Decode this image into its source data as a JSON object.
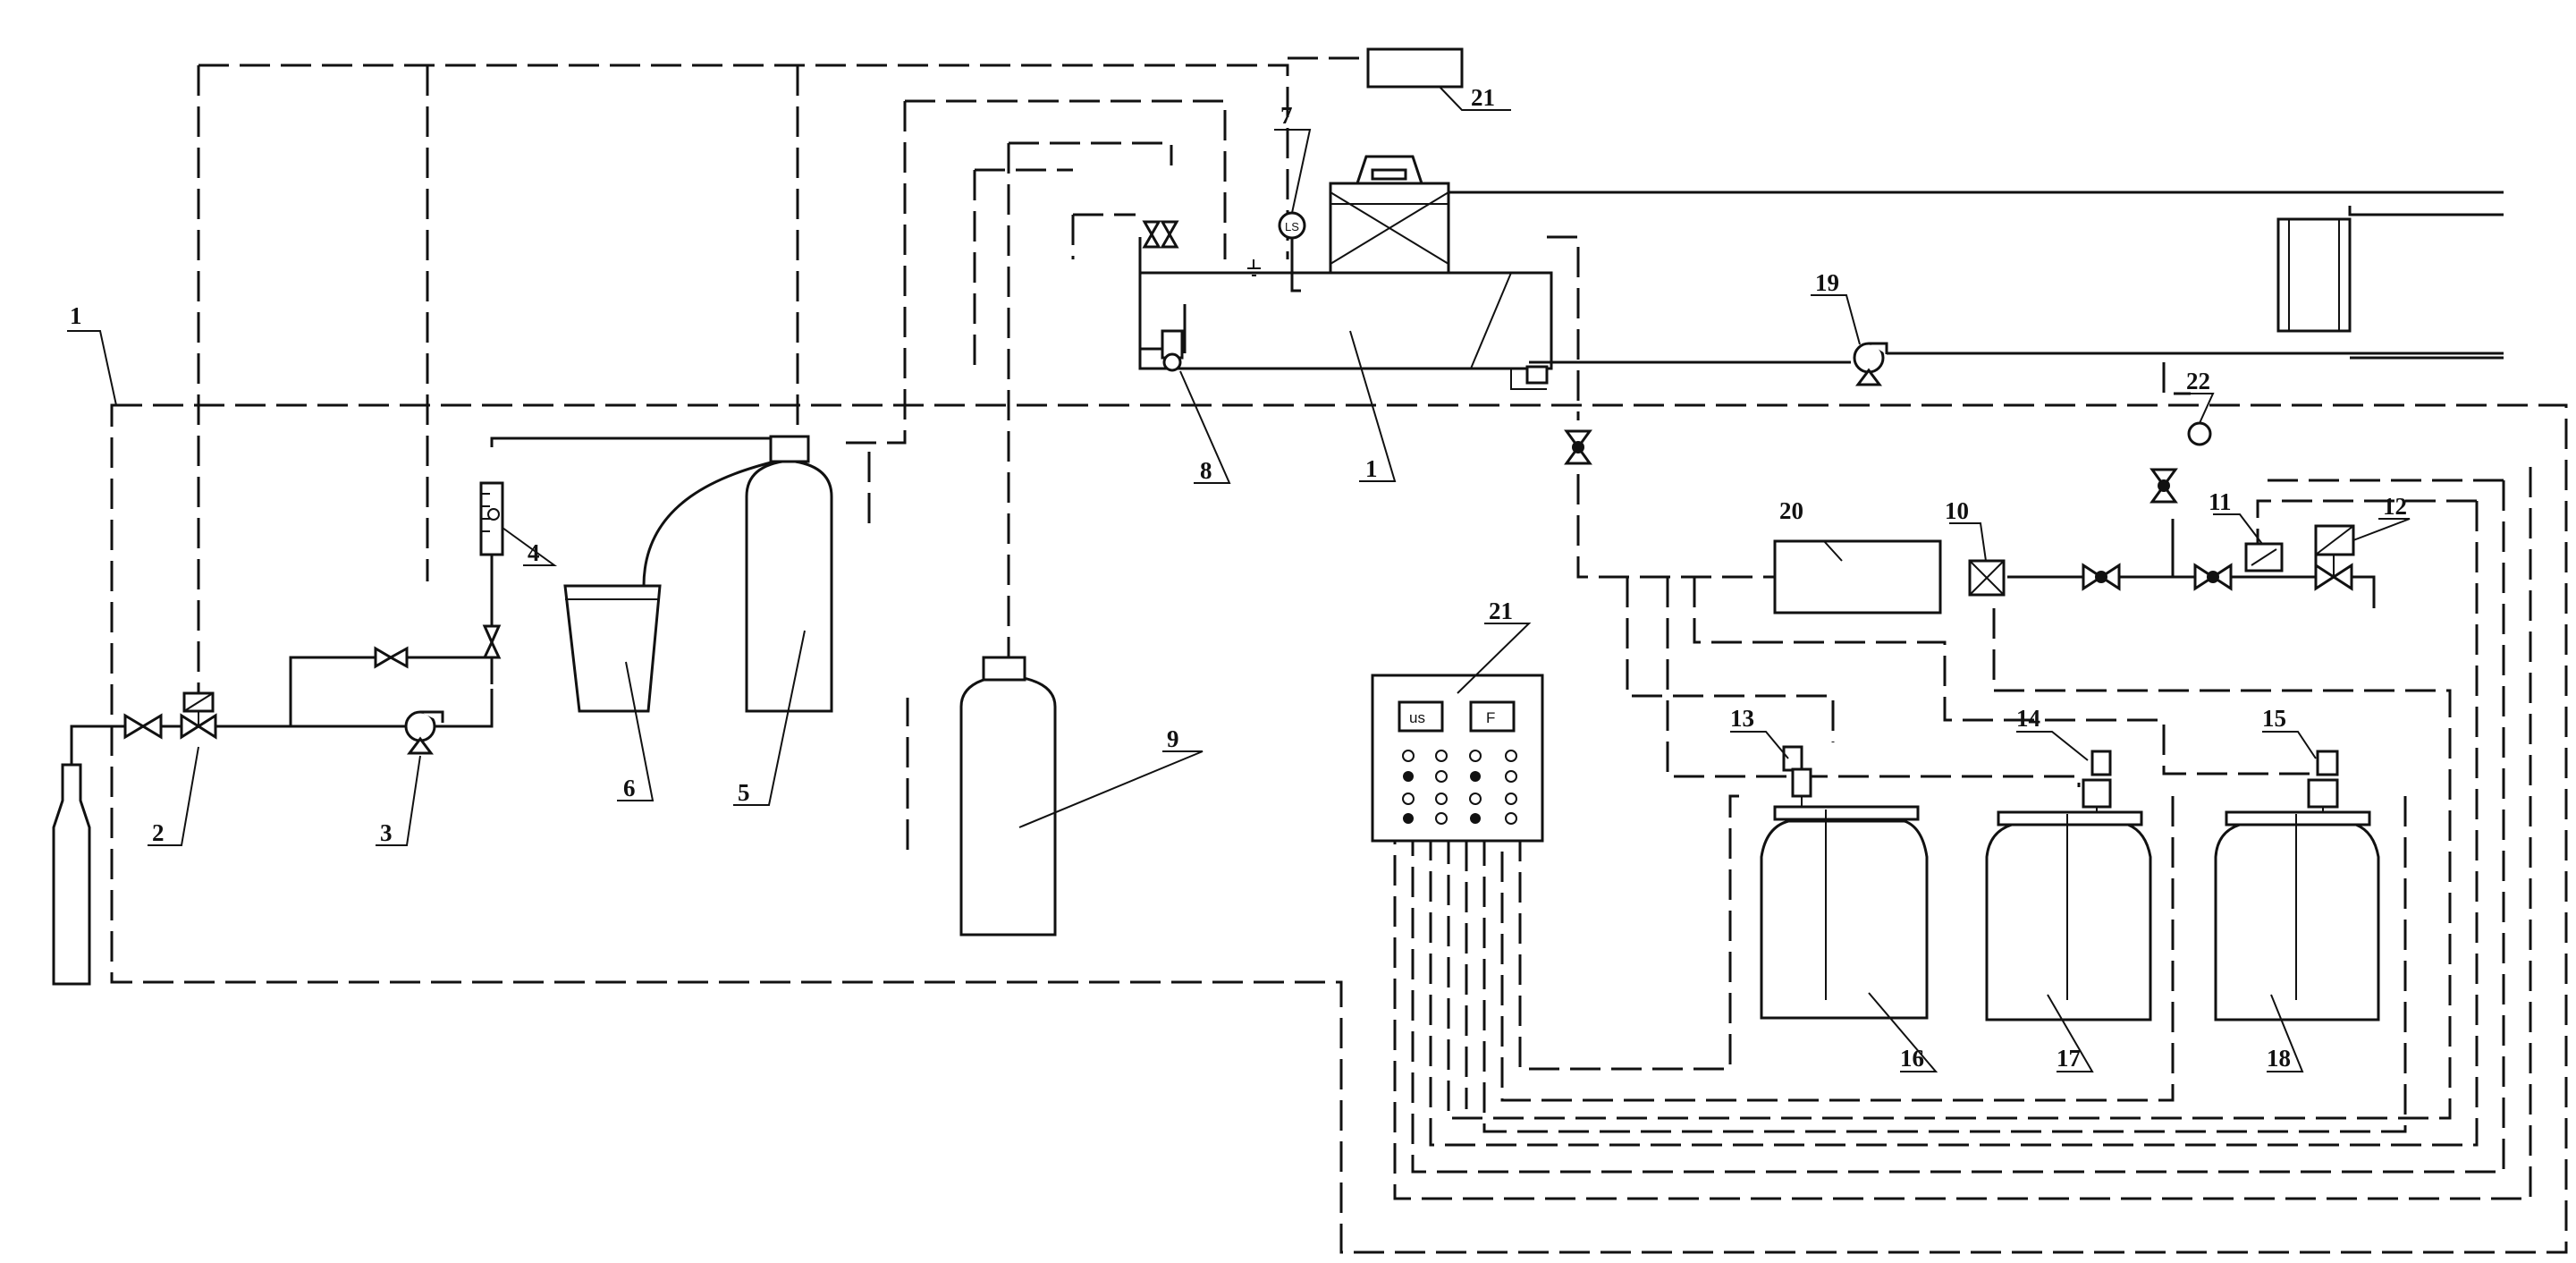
{
  "labels": {
    "n1_left": "1",
    "n1_tank": "1",
    "n2": "2",
    "n3": "3",
    "n4": "4",
    "n5": "5",
    "n6": "6",
    "n7": "7",
    "n8": "8",
    "n9": "9",
    "n10": "10",
    "n11": "11",
    "n12": "12",
    "n13": "13",
    "n14": "14",
    "n15": "15",
    "n16": "16",
    "n17": "17",
    "n18": "18",
    "n19": "19",
    "n20": "20",
    "n21_top": "21",
    "n21_panel": "21",
    "n22": "22"
  },
  "panel": {
    "display_left": "us",
    "display_right": "F"
  },
  "sensor": {
    "level_switch_text": "LS"
  }
}
